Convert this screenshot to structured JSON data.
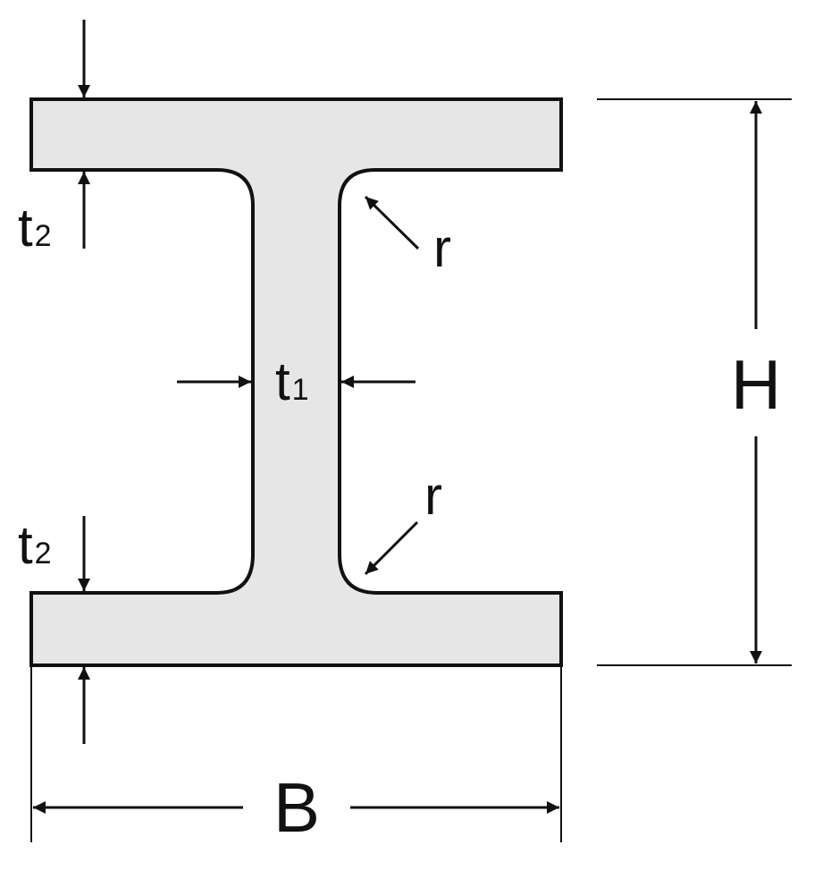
{
  "labels": {
    "height": "H",
    "width": "B",
    "web_thickness_main": "t",
    "web_thickness_sub": "1",
    "flange_thickness_top_main": "t",
    "flange_thickness_top_sub": "2",
    "flange_thickness_bottom_main": "t",
    "flange_thickness_bottom_sub": "2",
    "radius_top": "r",
    "radius_bottom": "r"
  },
  "colors": {
    "section_fill": "#e6e6e6",
    "stroke": "#111111",
    "background": "#ffffff"
  }
}
